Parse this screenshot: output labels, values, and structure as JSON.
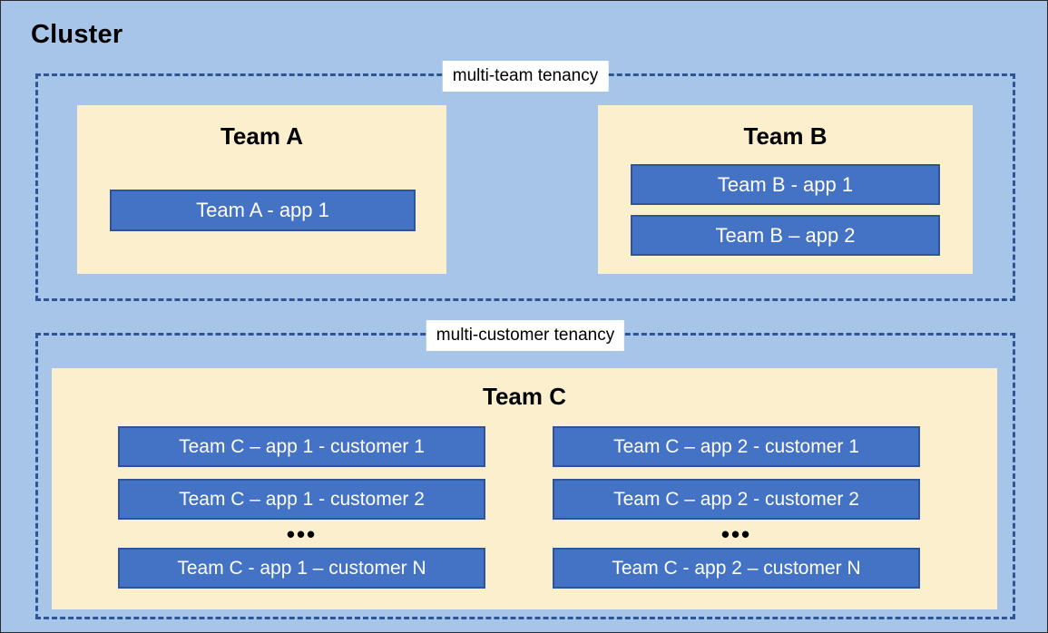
{
  "cluster": {
    "title": "Cluster"
  },
  "regions": [
    {
      "name": "multi-team-tenancy",
      "label": "multi-team tenancy"
    },
    {
      "name": "multi-customer-tenancy",
      "label": "multi-customer tenancy"
    }
  ],
  "teams": {
    "a": {
      "title": "Team A",
      "apps": [
        {
          "label": "Team A - app 1"
        }
      ]
    },
    "b": {
      "title": "Team B",
      "apps": [
        {
          "label": "Team B - app 1"
        },
        {
          "label": "Team B – app 2"
        }
      ]
    },
    "c": {
      "title": "Team C",
      "ellipsis": "•••",
      "columns": [
        {
          "name": "app-1",
          "apps": [
            {
              "label": "Team C – app 1 - customer 1"
            },
            {
              "label": "Team C – app 1 - customer 2"
            },
            {
              "label": "Team C - app 1 – customer N"
            }
          ]
        },
        {
          "name": "app-2",
          "apps": [
            {
              "label": "Team C – app 2 - customer 1"
            },
            {
              "label": "Team C – app 2 - customer 2"
            },
            {
              "label": "Team C - app 2 – customer N"
            }
          ]
        }
      ]
    }
  },
  "colors": {
    "cluster_background": "#A7C5E9",
    "team_panel": "#FCEFCE",
    "app_fill": "#4472C4",
    "app_border": "#2F5597",
    "dashed_border": "#2F5597",
    "label_background": "#FFFFFF",
    "text_dark": "#000000",
    "text_light": "#FFFFFF"
  }
}
